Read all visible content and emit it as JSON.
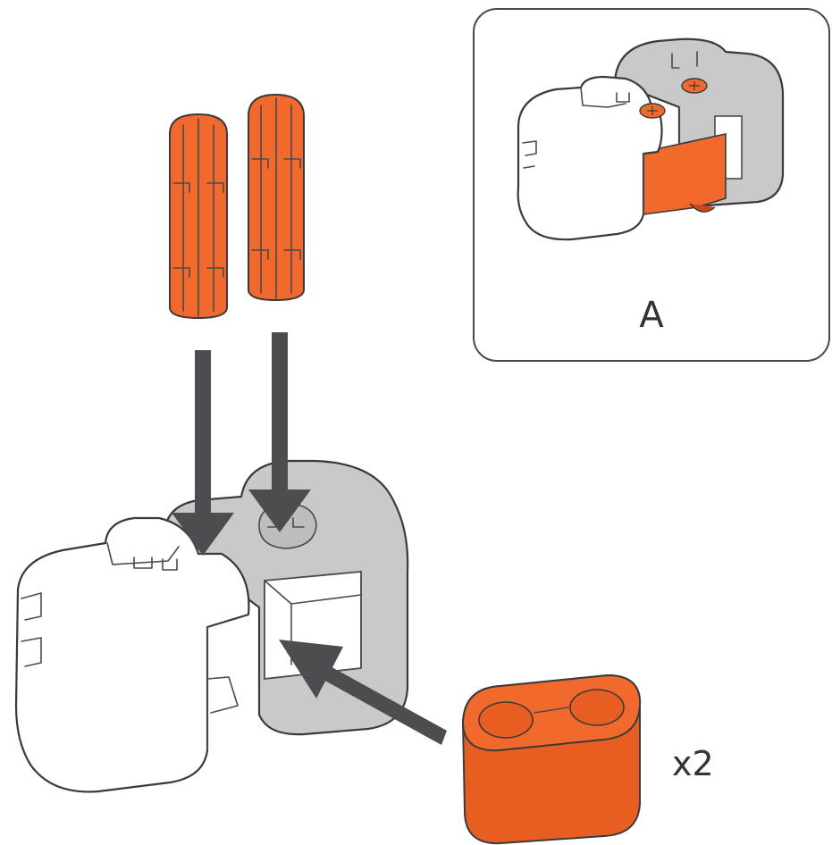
{
  "inset": {
    "label": "A"
  },
  "quantity": {
    "label": "x2"
  },
  "colors": {
    "orange": "#f2692d",
    "orange_dark": "#c94a14",
    "grey_block": "#c9c9c9",
    "grey_shadow": "#a9a9a9",
    "white_block": "#ffffff",
    "arrow": "#4b4d50",
    "outline": "#3a3a3a"
  },
  "icons": [
    "orange-pin",
    "orange-connector",
    "white-cube-block",
    "grey-cube-block",
    "insert-arrow"
  ]
}
